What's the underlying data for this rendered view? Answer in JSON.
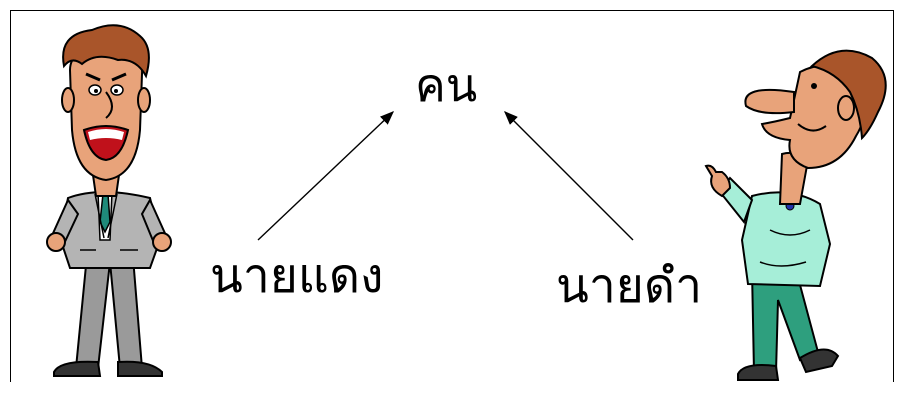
{
  "diagram": {
    "center_node": {
      "label": "คน"
    },
    "left_node": {
      "label": "นายแดง",
      "figure": "man-in-gray-suit"
    },
    "right_node": {
      "label": "นายดำ",
      "figure": "man-pointing-up"
    },
    "edges": [
      {
        "from": "left_node",
        "to": "center_node"
      },
      {
        "from": "right_node",
        "to": "center_node"
      }
    ]
  },
  "colors": {
    "suit": "#a9a9a9",
    "skin": "#e8a37a",
    "hair": "#a9552a",
    "tie": "#1f8a7a",
    "shirt": "#a6eed8",
    "pants": "#2e9f7e",
    "ink": "#000000"
  }
}
